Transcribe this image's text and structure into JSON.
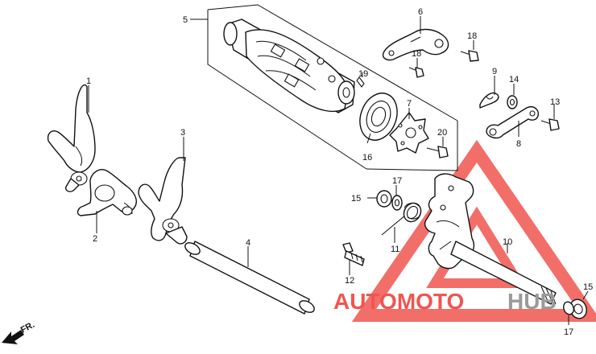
{
  "diagram": {
    "part_labels": {
      "p1": "1",
      "p2": "2",
      "p3": "3",
      "p4": "4",
      "p5": "5",
      "p6": "6",
      "p7": "7",
      "p8": "8",
      "p9": "9",
      "p10": "10",
      "p11": "11",
      "p12": "12",
      "p13": "13",
      "p14": "14",
      "p15a": "15",
      "p15b": "15",
      "p16": "16",
      "p17a": "17",
      "p17b": "17",
      "p18a": "18",
      "p18b": "18",
      "p19": "19",
      "p20": "20"
    },
    "direction_label": "FR."
  },
  "watermark": {
    "text_red": "AUTOMOTO",
    "text_grey": "HUB",
    "red_color": "#f0554f",
    "orange_color": "#f79a3a",
    "grey_color": "#9a9a9a"
  }
}
